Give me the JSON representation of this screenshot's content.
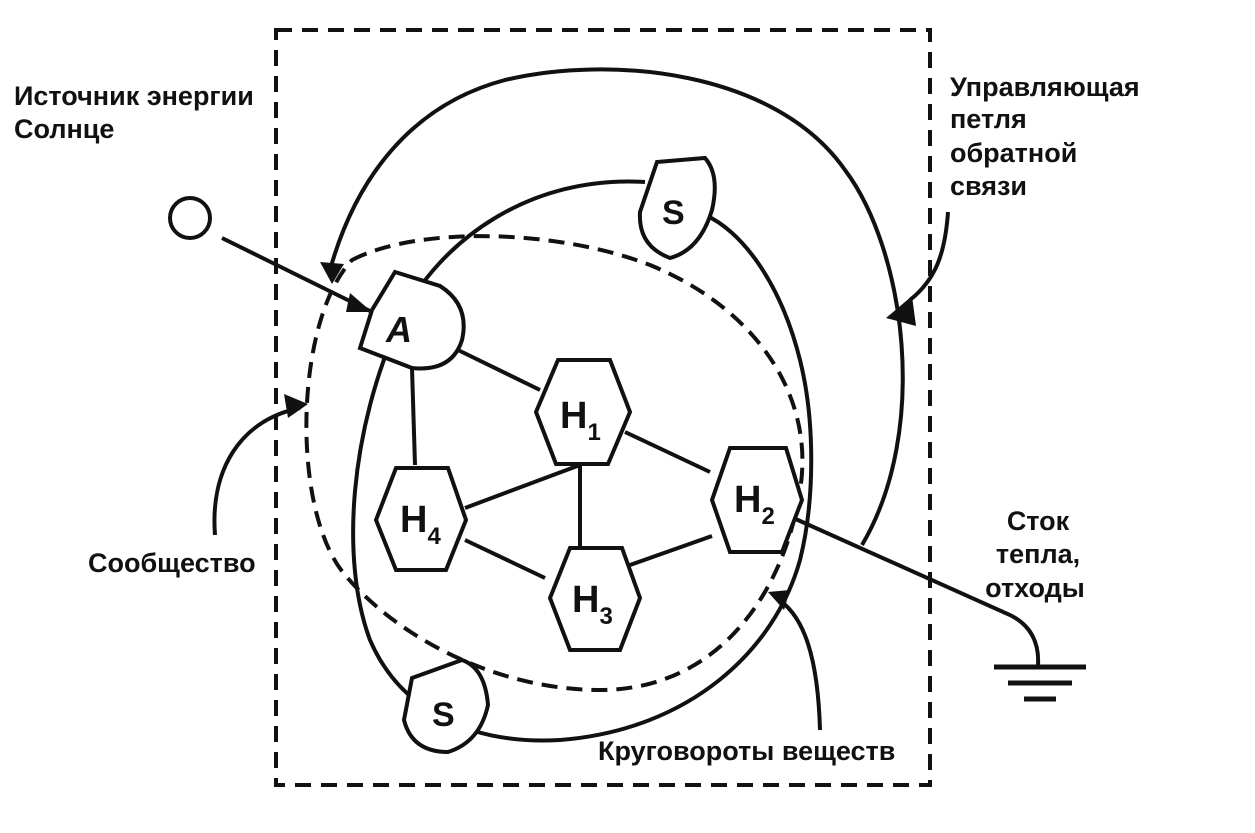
{
  "labels": {
    "energy_line1": "Источник энергии",
    "energy_line2": "Солнце",
    "feedback_line1": "Управляющая",
    "feedback_line2": "петля",
    "feedback_line3": "обратной",
    "feedback_line4": "связи",
    "community": "Сообщество",
    "sink_line1": "Сток",
    "sink_line2": "тепла,",
    "sink_line3": "отходы",
    "cycles": "Круговороты веществ"
  },
  "nodes": {
    "autotroph": {
      "letter": "A"
    },
    "s_top": {
      "letter": "S"
    },
    "s_bottom": {
      "letter": "S"
    },
    "h1": {
      "letter": "H",
      "sub": "1"
    },
    "h2": {
      "letter": "H",
      "sub": "2"
    },
    "h3": {
      "letter": "H",
      "sub": "3"
    },
    "h4": {
      "letter": "H",
      "sub": "4"
    }
  }
}
